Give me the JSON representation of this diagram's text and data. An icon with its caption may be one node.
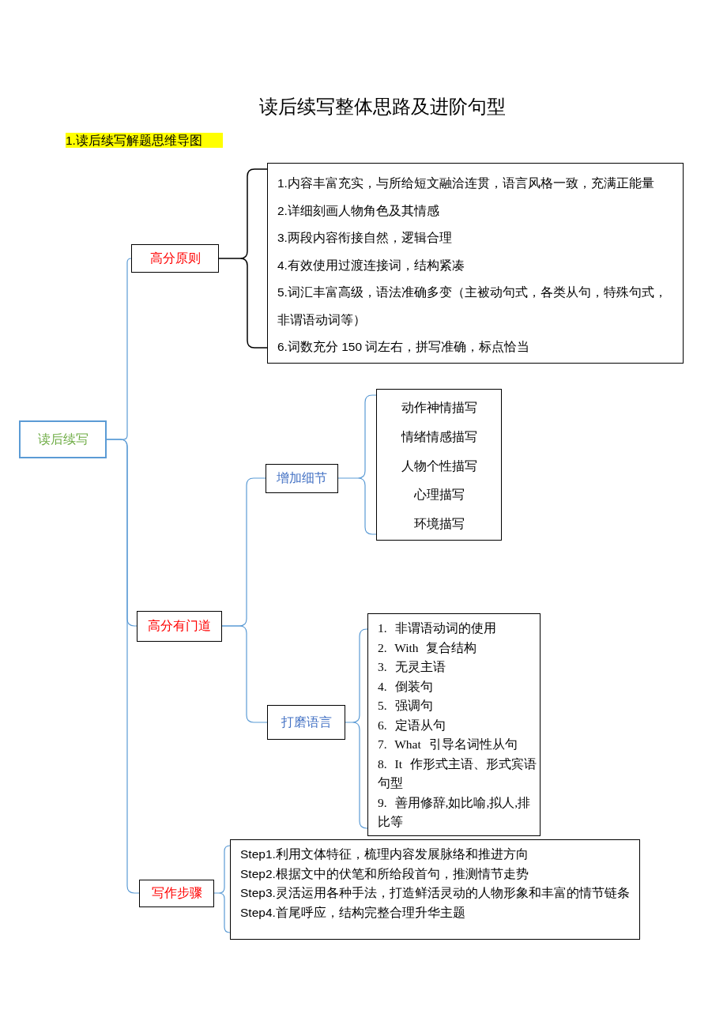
{
  "diagram": {
    "title": "读后续写整体思路及进阶句型",
    "nodes": [
      {
        "text": [
          "读后续写"
        ]
      },
      {
        "text": [
          "高分原则"
        ]
      },
      {
        "text": [
          "1.内容丰富充实，与所给短文融洽连贯，语言风格一致，充满正能量",
          "2.详细刻画人物角色及其情感",
          "3.两段内容衔接自然，逻辑合理",
          "4.有效使用过渡连接词，结构紧凑",
          "5.词汇丰富高级，语法准确多变（主被动句式，各类从句，特殊句式，非谓语动词等）",
          "6.词数充分 150 词左右，拼写准确，标点恰当"
        ]
      },
      {
        "text": [
          "高分有门道"
        ]
      },
      {
        "text": [
          "增加细节"
        ]
      },
      {
        "text": [
          "动作神情描写",
          "情绪情感描写",
          "人物个性描写",
          "心理描写",
          "环境描写"
        ]
      },
      {
        "text": [
          "打磨语言"
        ]
      },
      {
        "text": [
          "1. 非谓语动词的使用",
          "2. With 复合结构",
          "3. 无灵主语",
          "4. 倒装句",
          "5. 强调句",
          "6. 定语从句",
          "7. What 引导名词性从句",
          "8. It 作形式主语、形式宾语句型",
          "9. 善用修辞,如比喻,拟人,排比等"
        ]
      },
      {
        "text": [
          "写作步骤"
        ]
      },
      {
        "text": [
          "Step1.利用文体特征，梳理内容发展脉络和推进方向",
          "Step2.根据文中的伏笔和所给段首句，推测情节走势",
          "Step3.灵活运用各种手法，打造鲜活灵动的人物形象和丰富的情节链条",
          "Step4.首尾呼应，结构完整合理升华主题"
        ]
      }
    ],
    "edges": [
      {
        "from": 0,
        "to": 1,
        "arrow": "none"
      },
      {
        "from": 0,
        "to": 3,
        "arrow": "none"
      },
      {
        "from": 0,
        "to": 8,
        "arrow": "none"
      },
      {
        "from": 1,
        "to": 2,
        "arrow": "none",
        "color": "#000000"
      },
      {
        "from": 3,
        "to": 4,
        "arrow": "none"
      },
      {
        "from": 3,
        "to": 6,
        "arrow": "none"
      },
      {
        "from": 4,
        "to": 5,
        "arrow": "none"
      },
      {
        "from": 6,
        "to": 7,
        "arrow": "none"
      },
      {
        "from": 8,
        "to": 9,
        "arrow": "none"
      }
    ],
    "labels": [
      "1.读后续写解题思维导图"
    ]
  }
}
